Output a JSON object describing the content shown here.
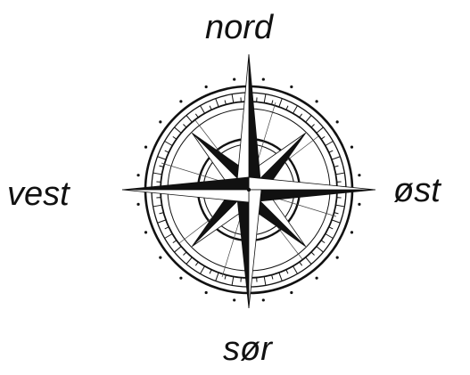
{
  "directions": {
    "north": "nord",
    "east": "øst",
    "south": "sør",
    "west": "vest"
  },
  "icon": "compass-rose-icon",
  "colors": {
    "ink": "#111111",
    "background": "#ffffff"
  }
}
